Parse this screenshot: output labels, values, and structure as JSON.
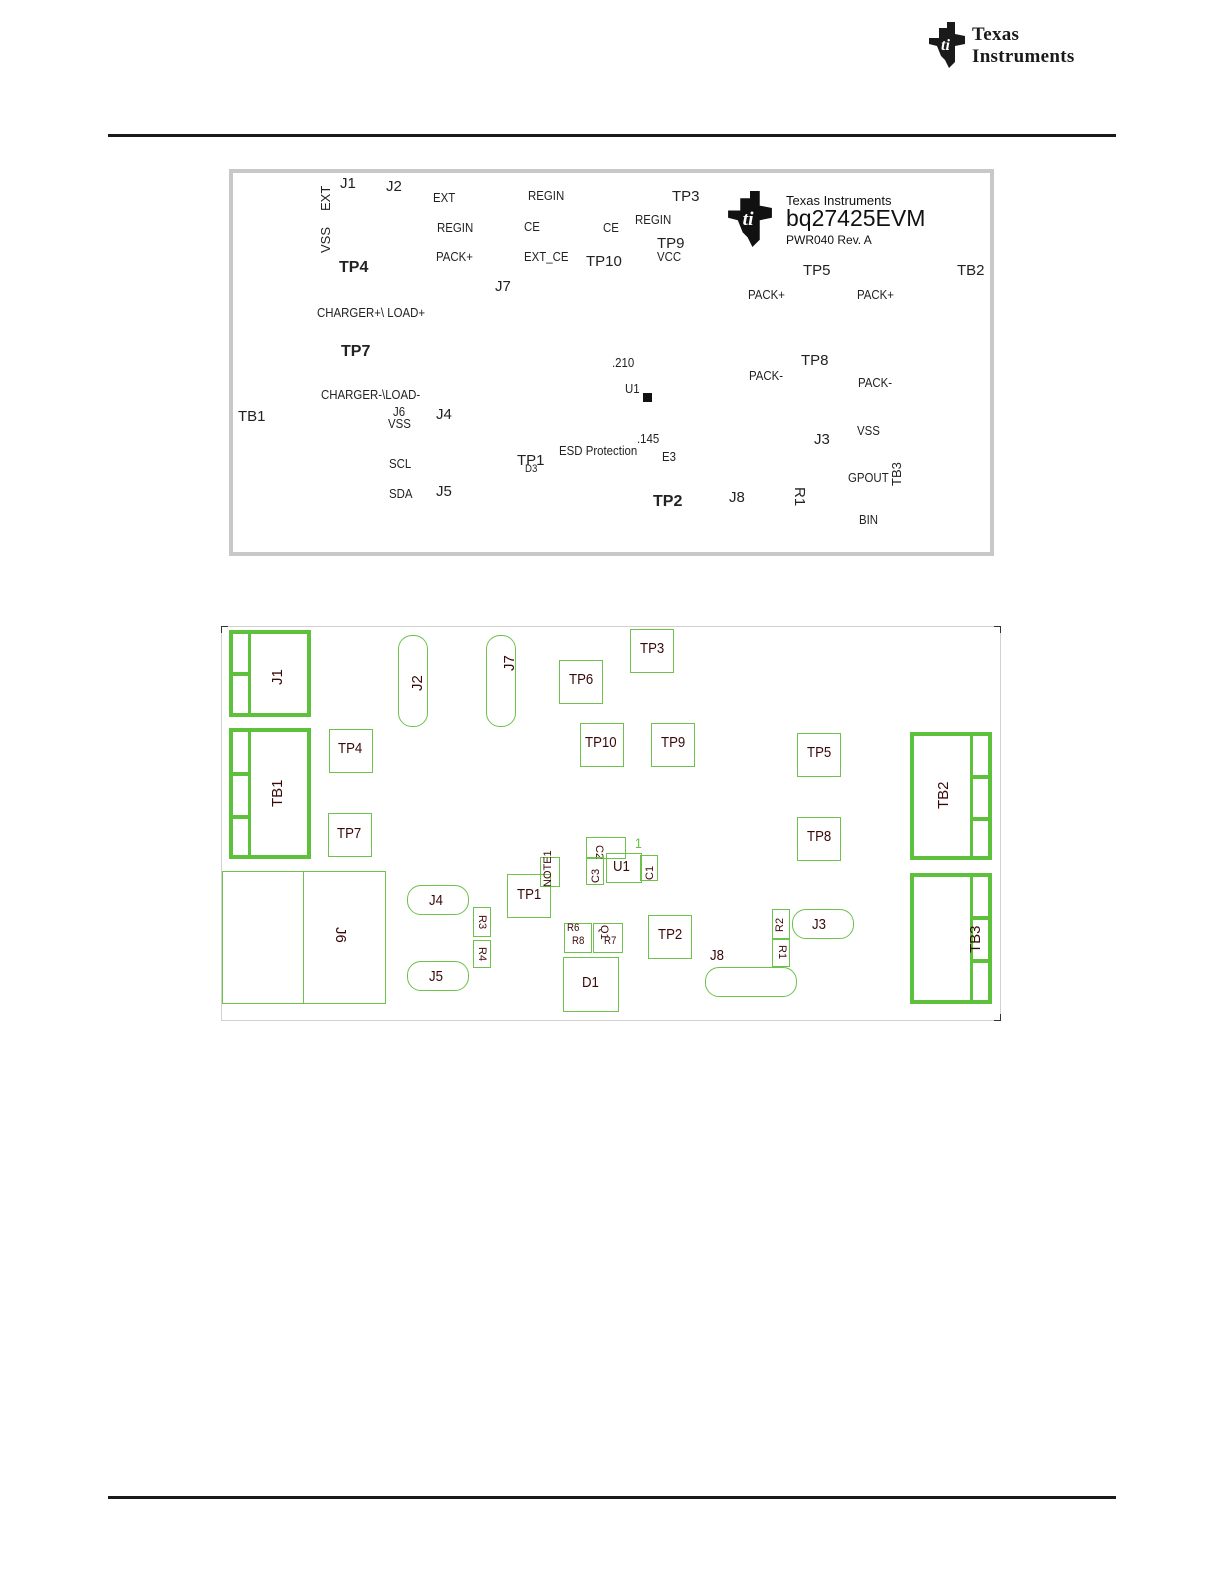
{
  "header": {
    "logo_line1": "Texas",
    "logo_line2": "Instruments"
  },
  "silkscreen": {
    "brand": {
      "company": "Texas Instruments",
      "product": "bq27425EVM",
      "revision": "PWR040 Rev. A"
    },
    "labels": {
      "j1": "J1",
      "j2": "J2",
      "ext_v": "EXT",
      "vss_v": "VSS",
      "ext": "EXT",
      "regin1": "REGIN",
      "regin2": "REGIN",
      "regin3": "REGIN",
      "tp3": "TP3",
      "ce1": "CE",
      "ce2": "CE",
      "tp9": "TP9",
      "vcc": "VCC",
      "packplus1": "PACK+",
      "ext_ce": "EXT_CE",
      "tp10": "TP10",
      "tp4": "TP4",
      "tp5": "TP5",
      "tb2": "TB2",
      "j7": "J7",
      "packplus2": "PACK+",
      "packplus3": "PACK+",
      "charger_load_plus": "CHARGER+\\  LOAD+",
      "tp7": "TP7",
      "v210": ".210",
      "tp8": "TP8",
      "u1": "U1",
      "packminus1": "PACK-",
      "packminus2": "PACK-",
      "charger_load_minus": "CHARGER-\\LOAD-",
      "tb1": "TB1",
      "j6": "J6",
      "vss1": "VSS",
      "j4": "J4",
      "v145": ".145",
      "esd": "ESD Protection",
      "tp1": "TP1",
      "d3": "D3",
      "e3": "E3",
      "j3": "J3",
      "vss2": "VSS",
      "scl": "SCL",
      "gpout": "GPOUT",
      "tb3": "TB3",
      "sda": "SDA",
      "j5": "J5",
      "tp2": "TP2",
      "j8": "J8",
      "r1": "R1",
      "bin": "BIN"
    }
  },
  "assembly": {
    "labels": {
      "j1": "J1",
      "j2": "J2",
      "j7": "J7",
      "tp6": "TP6",
      "tp3": "TP3",
      "tp4": "TP4",
      "tp10": "TP10",
      "tp9": "TP9",
      "tp5": "TP5",
      "tb1": "TB1",
      "tb2": "TB2",
      "tp7": "TP7",
      "tp8": "TP8",
      "one": "1",
      "c2": "C2",
      "u1": "U1",
      "c1": "C1",
      "c3": "C3",
      "note1": "NOTE1",
      "j4": "J4",
      "tp1": "TP1",
      "r3": "R3",
      "j6": "J6",
      "r6": "R6",
      "r8": "R8",
      "q1": "Q1",
      "r7": "R7",
      "tp2": "TP2",
      "r2": "R2",
      "j3": "J3",
      "tb3": "TB3",
      "r4": "R4",
      "j8": "J8",
      "r1": "R1",
      "j5": "J5",
      "d1": "D1"
    }
  },
  "colors": {
    "silk_border": "#c8c8c8",
    "assembly_green": "#5ec13c",
    "rule": "#1a1a1a"
  }
}
